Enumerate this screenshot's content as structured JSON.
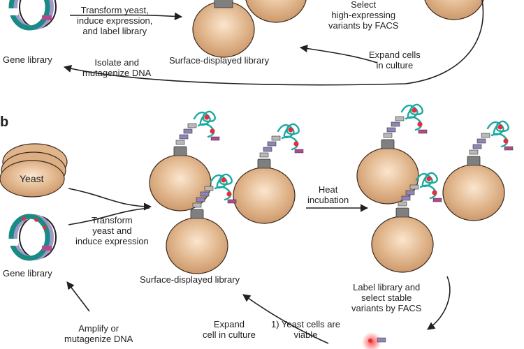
{
  "panel_a": {
    "text_transform": [
      "Transform yeast,",
      "induce expression,",
      "and label library"
    ],
    "text_gene_library": "Gene library",
    "text_surface": "Surface-displayed library",
    "text_select": [
      "Select",
      "high-expressing",
      "variants by FACS"
    ],
    "text_expand": [
      "Expand cells",
      "in culture"
    ],
    "text_isolate": [
      "Isolate and",
      "mutagenize DNA"
    ]
  },
  "panel_b": {
    "letter": "b",
    "text_yeast": "Yeast",
    "text_gene_library": "Gene library",
    "text_transform": [
      "Transform",
      "yeast and",
      "induce expression"
    ],
    "text_surface": "Surface-displayed library",
    "text_heat": [
      "Heat",
      "incubation"
    ],
    "text_label": [
      "Label library and",
      "select stable",
      "variants by FACS"
    ],
    "text_amplify": [
      "Amplify or",
      "mutagenize DNA"
    ],
    "text_expand": [
      "Expand",
      "cell in culture"
    ],
    "text_viable": [
      "1) Yeast cells are",
      "viable"
    ]
  },
  "colors": {
    "cell": "#d9a97a",
    "cell_edge": "#3a2a1c",
    "protein": "#1aa9a0",
    "anchor": "#7f7f7f",
    "linker": "#8e86b8",
    "tag": "#b04a8c",
    "label_dot": "#e0303e",
    "plasmid_arc": "#1a8a85"
  }
}
